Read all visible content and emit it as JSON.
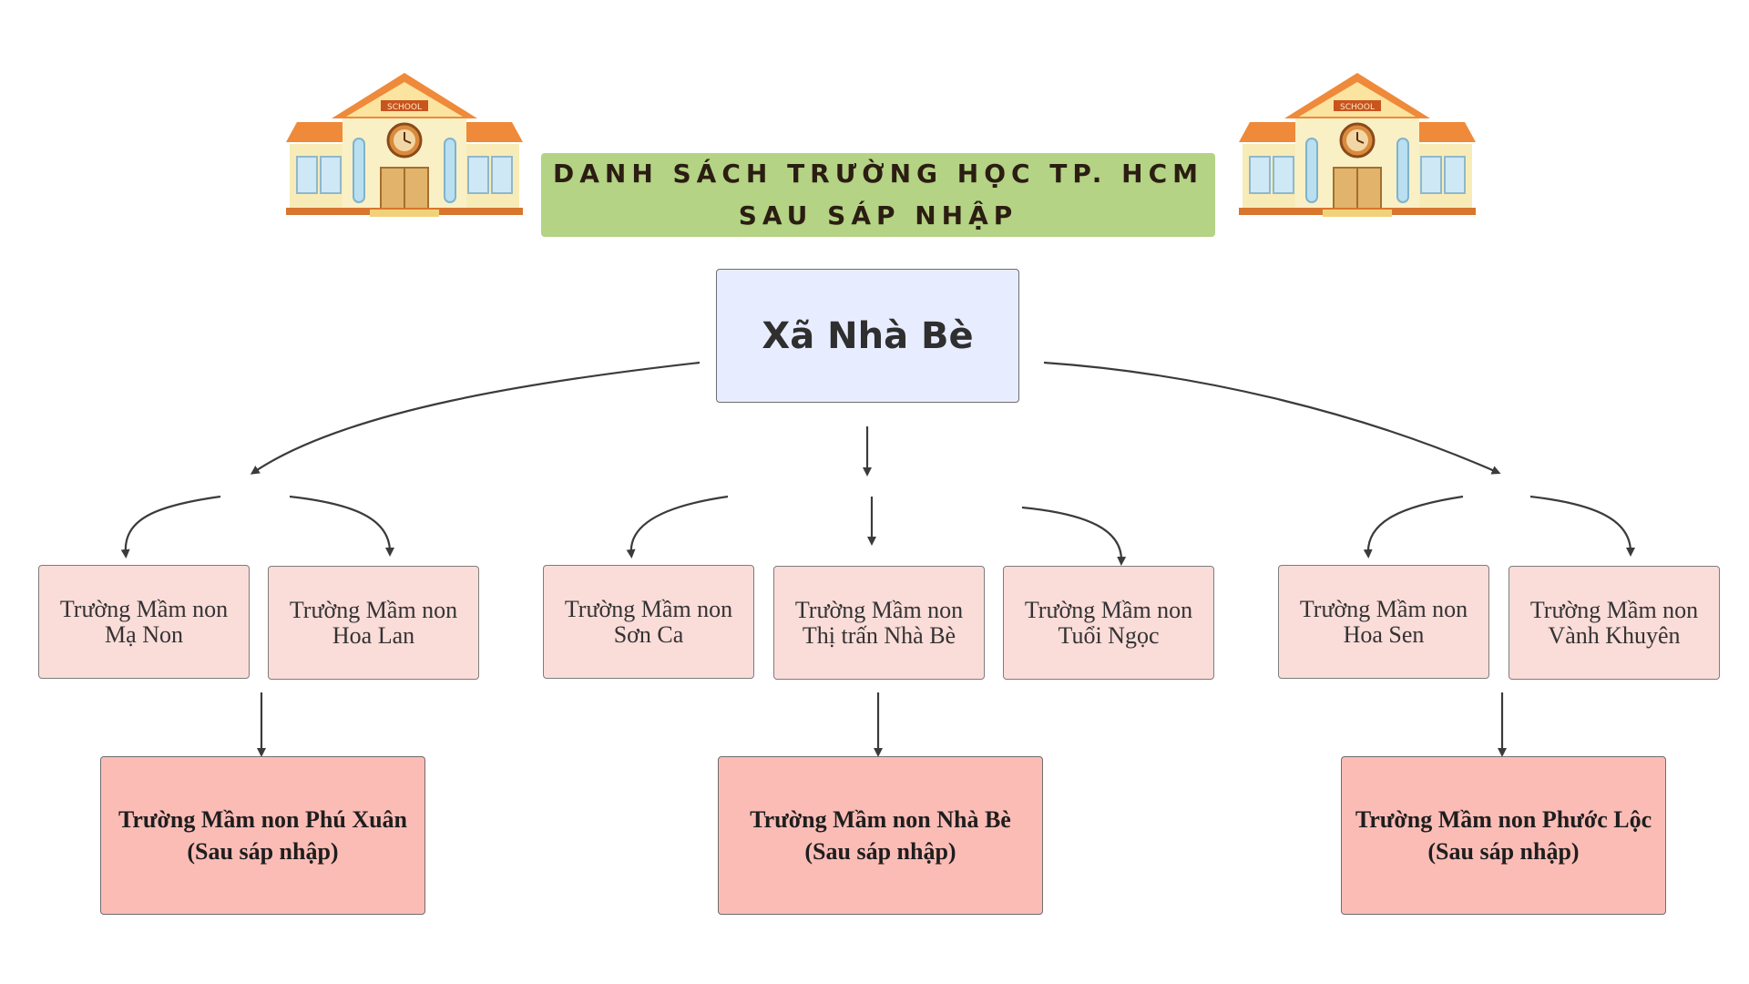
{
  "title": {
    "line1": "Danh sách trường học TP. HCM",
    "line2": "Sau sáp nhập"
  },
  "root": {
    "label": "Xã Nhà Bè"
  },
  "groups": [
    {
      "schools": [
        {
          "line1": "Trường Mầm non",
          "line2": "Mạ Non"
        },
        {
          "line1": "Trường Mầm non",
          "line2": "Hoa Lan"
        }
      ],
      "merged": {
        "line1": "Trường Mầm non Phú Xuân",
        "line2": "(Sau sáp nhập)"
      }
    },
    {
      "schools": [
        {
          "line1": "Trường Mầm non",
          "line2": "Sơn Ca"
        },
        {
          "line1": "Trường Mầm non",
          "line2": "Thị trấn Nhà Bè"
        },
        {
          "line1": "Trường Mầm non",
          "line2": "Tuổi Ngọc"
        }
      ],
      "merged": {
        "line1": "Trường Mầm non Nhà Bè",
        "line2": "(Sau sáp nhập)"
      }
    },
    {
      "schools": [
        {
          "line1": "Trường Mầm non",
          "line2": "Hoa Sen"
        },
        {
          "line1": "Trường Mầm non",
          "line2": "Vành Khuyên"
        }
      ],
      "merged": {
        "line1": "Trường Mầm non Phước Lộc",
        "line2": "(Sau sáp nhập)"
      }
    }
  ],
  "icons": {
    "left": "school-building-icon",
    "right": "school-building-icon",
    "sign": "SCHOOL"
  },
  "colors": {
    "banner": "#b4d385",
    "root_box": "#e8ecff",
    "school_box": "#fadcd9",
    "merged_box": "#fcbcb6",
    "connector": "#3b3b3b"
  }
}
